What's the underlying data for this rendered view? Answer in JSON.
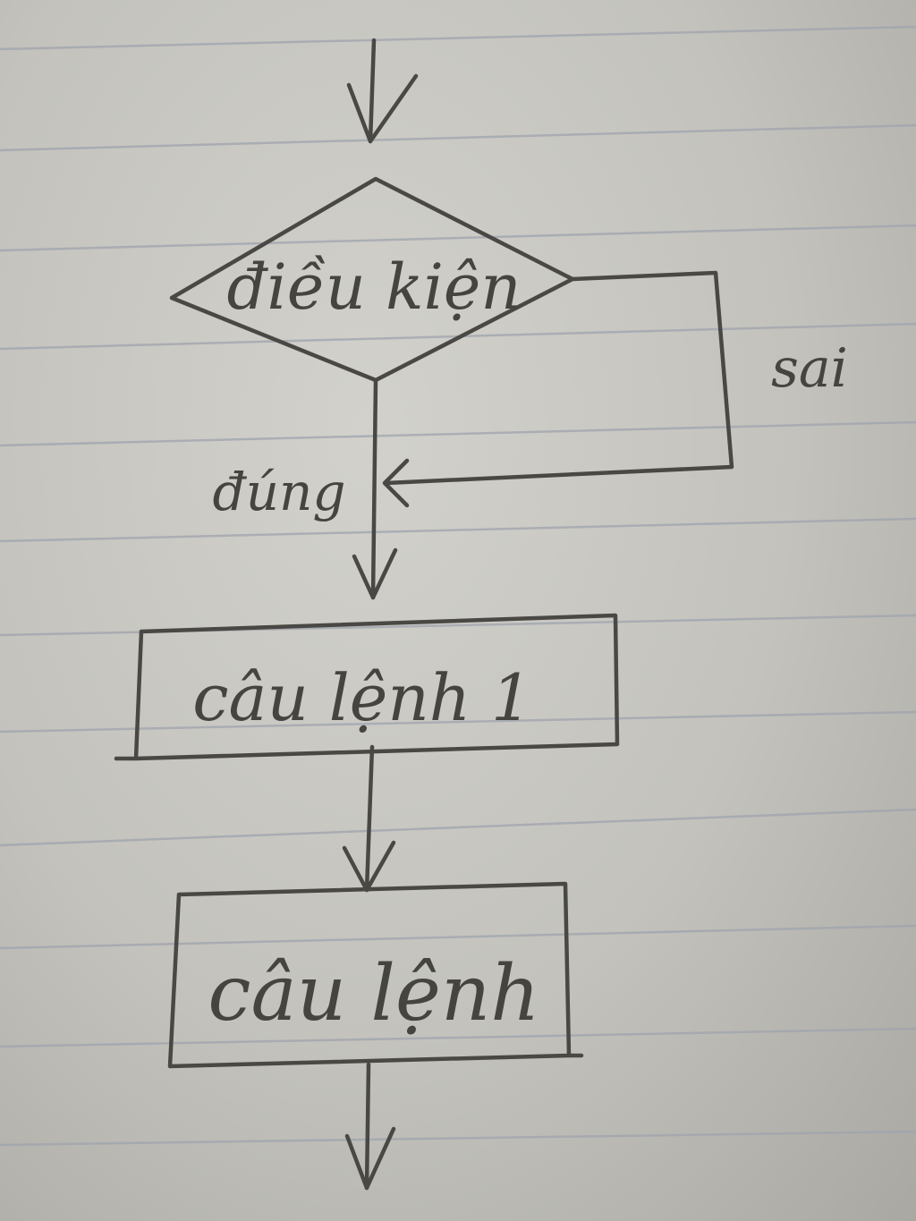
{
  "diagram": {
    "condition_label": "điều kiện",
    "false_label": "sai",
    "true_label": "đúng",
    "statement1_label": "câu lệnh 1",
    "statement2_label": "câu lệnh"
  },
  "colors": {
    "paper": "#c8c7c1",
    "ink": "#4a4844",
    "rule_line": "#9fa4ae"
  }
}
